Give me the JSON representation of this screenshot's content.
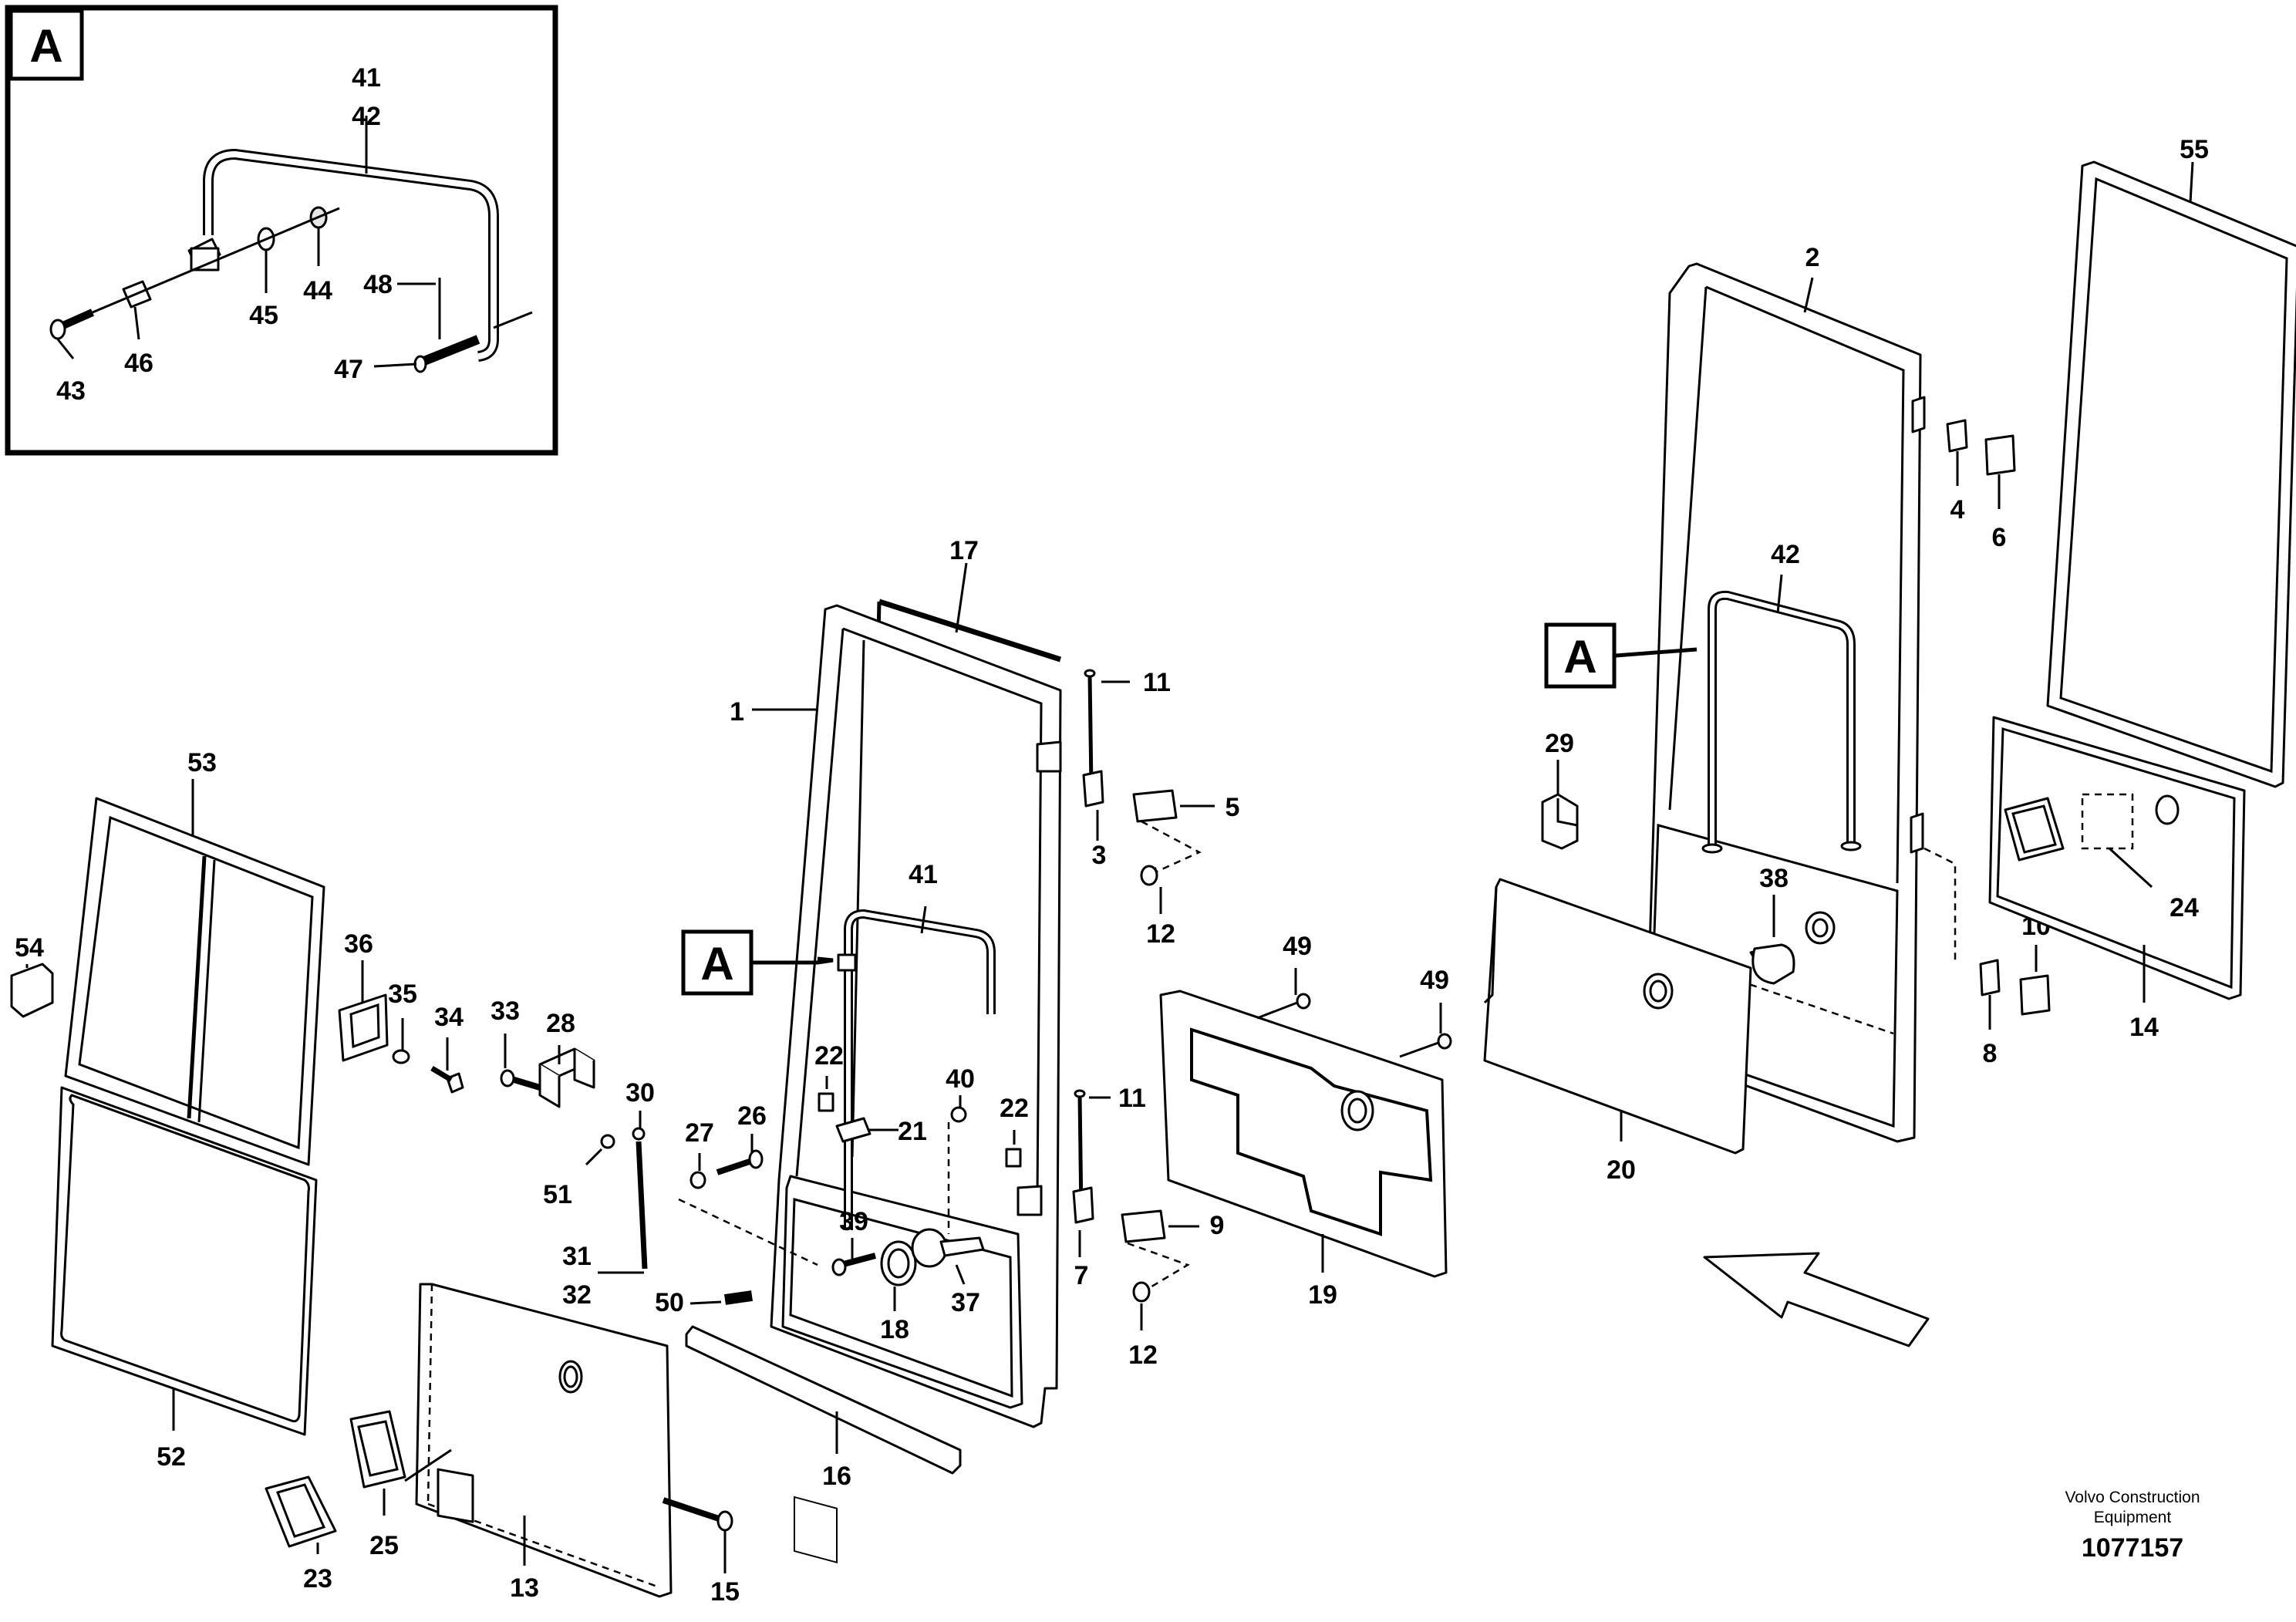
{
  "detail_tag": "A",
  "callouts": {
    "c1": "1",
    "c2": "2",
    "c3": "3",
    "c4": "4",
    "c5": "5",
    "c6": "6",
    "c7": "7",
    "c8": "8",
    "c9": "9",
    "c10": "10",
    "c11a": "11",
    "c11b": "11",
    "c12a": "12",
    "c12b": "12",
    "c13": "13",
    "c14": "14",
    "c15": "15",
    "c16": "16",
    "c17": "17",
    "c18": "18",
    "c19": "19",
    "c20": "20",
    "c21": "21",
    "c22a": "22",
    "c22b": "22",
    "c23": "23",
    "c24": "24",
    "c25": "25",
    "c26": "26",
    "c27": "27",
    "c28": "28",
    "c29": "29",
    "c30": "30",
    "c31": "31",
    "c32": "32",
    "c33": "33",
    "c34": "34",
    "c35": "35",
    "c36": "36",
    "c37": "37",
    "c38": "38",
    "c39": "39",
    "c40": "40",
    "c41a": "41",
    "c41b": "41",
    "c42a": "42",
    "c42b": "42",
    "c43": "43",
    "c44": "44",
    "c45": "45",
    "c46": "46",
    "c47": "47",
    "c48": "48",
    "c49a": "49",
    "c49b": "49",
    "c50": "50",
    "c51": "51",
    "c52": "52",
    "c53": "53",
    "c54": "54",
    "c55": "55"
  },
  "footer": {
    "maker_line1": "Volvo Construction",
    "maker_line2": "Equipment",
    "doc_number": "1077157"
  }
}
